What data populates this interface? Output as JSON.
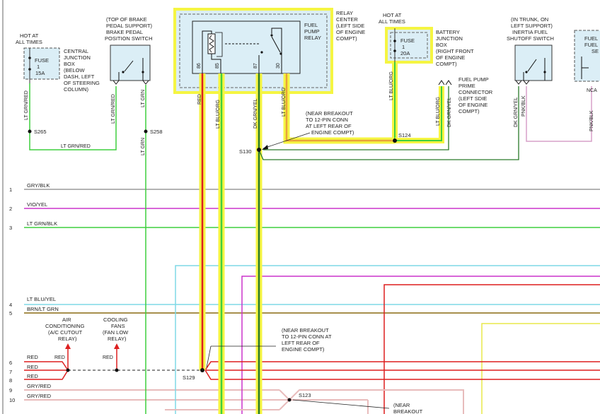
{
  "diagram": {
    "hot_left": [
      "HOT AT",
      "ALL TIMES"
    ],
    "fuse_left": {
      "name": "FUSE",
      "num": "1",
      "amp": "15A"
    },
    "central_box": [
      "CENTRAL",
      "JUNCTION",
      "BOX",
      "(BELOW",
      "DASH, LEFT",
      "OF STEERING",
      "COLUMN)"
    ],
    "brake_caption": [
      "(TOP OF BRAKE",
      "PEDAL SUPPORT)",
      "BRAKE PEDAL",
      "POSITION SWITCH"
    ],
    "relay_center": [
      "RELAY",
      "CENTER",
      "(LEFT SIDE",
      "OF ENGINE",
      "COMPT)"
    ],
    "fuel_pump_relay": [
      "FUEL",
      "PUMP",
      "RELAY"
    ],
    "relay_pins": [
      "86",
      "85",
      "87",
      "30"
    ],
    "hot_right": [
      "HOT AT",
      "ALL TIMES"
    ],
    "fuse_right": {
      "name": "FUSE",
      "num": "1",
      "amp": "20A"
    },
    "battery_box": [
      "BATTERY",
      "JUNCTION",
      "BOX",
      "(RIGHT FRONT",
      "OF ENGINE",
      "COMPT)"
    ],
    "prime_connector": [
      "FUEL PUMP",
      "PRIME",
      "CONNECTOR",
      "(LEFT SDIE",
      "OF ENGINE",
      "COMPT)"
    ],
    "inertia_caption": [
      "(IN TRUNK, ON",
      "LEFT SUPPORT)",
      "INERTIA FUEL",
      "SHUTOFF SWITCH"
    ],
    "edge_box": [
      "FUEL",
      "FUEL",
      "SE"
    ],
    "wires": {
      "ltgrn_red": "LT GRN/RED",
      "lt_grn": "LT GRN",
      "red": "RED",
      "ltblu_org": "LT BLU/ORG",
      "dkgrn_yel": "DK GRN/YEL",
      "pnk_blk": "PNK/BLK",
      "nca": "NCA"
    },
    "splices": {
      "s265": "S265",
      "s258": "S258",
      "s130": "S130",
      "s124": "S124",
      "s129": "S129",
      "s123": "S123"
    },
    "breakout_top": [
      "(NEAR BREAKOUT",
      "TO 12-PIN CONN",
      "AT LEFT REAR OF",
      "ENGINE COMPT)"
    ],
    "breakout_mid": [
      "(NEAR BREAKOUT",
      "TO 12-PIN CONN AT",
      "LEFT REAR OF",
      "ENGINE COMPT)"
    ],
    "breakout_bottom": [
      "(NEAR",
      "BREAKOUT"
    ],
    "ac_relay": [
      "AIR",
      "CONDITIONING",
      "(A/C CUTOUT",
      "RELAY)"
    ],
    "cooling_fans": [
      "COOLING",
      "FANS",
      "(FAN LOW",
      "RELAY)"
    ],
    "rows": [
      {
        "num": "1",
        "label": "GRY/BLK"
      },
      {
        "num": "2",
        "label": "VIO/YEL"
      },
      {
        "num": "3",
        "label": "LT GRN/BLK"
      },
      {
        "num": "4",
        "label": "LT BLU/YEL"
      },
      {
        "num": "5",
        "label": "BRN/LT GRN"
      },
      {
        "num": "6",
        "label": "RED"
      },
      {
        "num": "7",
        "label": "RED"
      },
      {
        "num": "8",
        "label": "RED"
      },
      {
        "num": "9",
        "label": "GRY/RED"
      },
      {
        "num": "10",
        "label": "GRY/RED"
      }
    ],
    "colors": {
      "highlight": "#f5f542",
      "box_fill": "#dbeef6",
      "wire_red": "#dd1f1f",
      "wire_green": "#3fcf3f",
      "wire_gray": "#9a9a9a",
      "wire_violet": "#cc33cc",
      "wire_cyan": "#7fd9e6",
      "wire_brown": "#8a6a12"
    }
  }
}
